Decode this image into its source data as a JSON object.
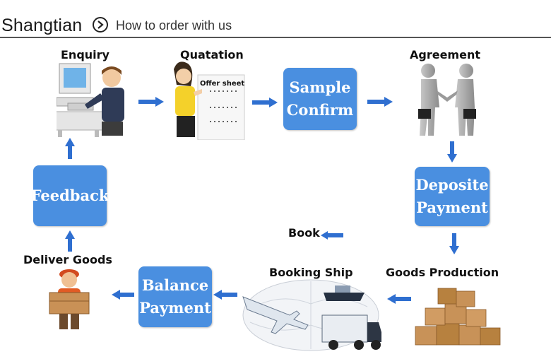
{
  "header": {
    "brand": "Shangtian",
    "nav_label": "How to order with us"
  },
  "steps": {
    "enquiry": "Enquiry",
    "quotation": "Quatation",
    "offer_sheet": "Offer sheet",
    "sample_confirm": [
      "Sample",
      "Confirm"
    ],
    "agreement": "Agreement",
    "deposite_payment": [
      "Deposite",
      "Payment"
    ],
    "book": "Book",
    "goods_production": "Goods Production",
    "booking_ship": "Booking Ship",
    "balance_payment": [
      "Balance",
      "Payment"
    ],
    "deliver_goods": "Deliver Goods",
    "feedback": "Feedback"
  },
  "colors": {
    "box": "#4a8fe0",
    "arrow": "#2f6fd0"
  },
  "icons": [
    "chevron-right-icon",
    "computer-user-icon",
    "woman-offer-sheet-icon",
    "handshake-icon",
    "airplane-ship-truck-icon",
    "boxes-icon",
    "delivery-man-icon"
  ]
}
